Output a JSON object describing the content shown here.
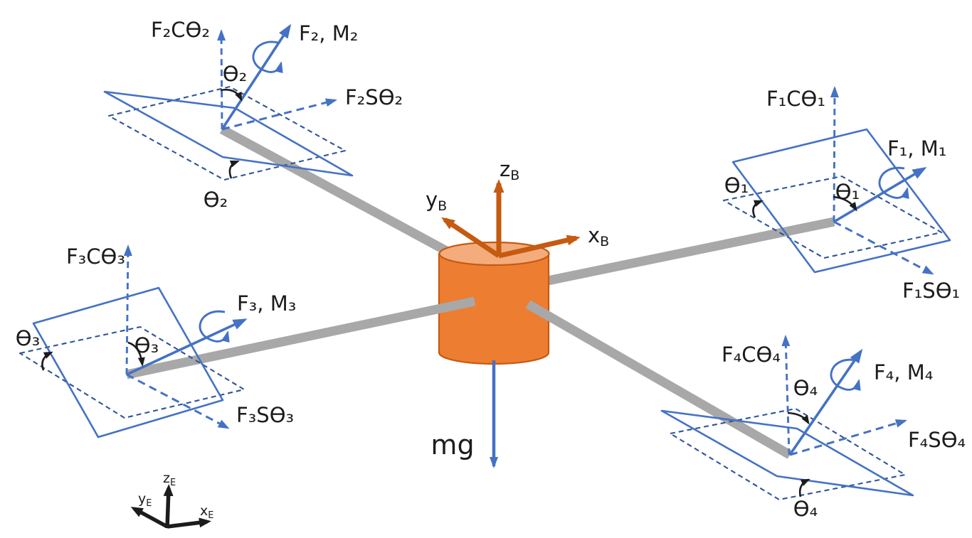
{
  "colors": {
    "rotor_blue": "#4472C4",
    "reference_dash_blue": "#2F5597",
    "arm_gray": "#A8A8A8",
    "body_orange": "#ED7D31",
    "body_orange_dark": "#C55A11",
    "body_top_orange": "#F4AC7C",
    "text_black": "#1C1C1C"
  },
  "body_frame": {
    "z": {
      "main": "z",
      "sub": "B"
    },
    "y": {
      "main": "y",
      "sub": "B"
    },
    "x": {
      "main": "x",
      "sub": "B"
    }
  },
  "earth_frame": {
    "z": {
      "main": "z",
      "sub": "E"
    },
    "y": {
      "main": "y",
      "sub": "E"
    },
    "x": {
      "main": "x",
      "sub": "E"
    }
  },
  "gravity_label": "mg",
  "rotors": {
    "r1": {
      "thrust_vertical_component": "F₁CƟ₁",
      "force_and_moment": "F₁, M₁",
      "thrust_lateral_component": "F₁SƟ₁",
      "tilt_angle": "Ɵ₁"
    },
    "r2": {
      "thrust_vertical_component": "F₂CƟ₂",
      "force_and_moment": "F₂, M₂",
      "thrust_lateral_component": "F₂SƟ₂",
      "tilt_angle": "Ɵ₂"
    },
    "r3": {
      "thrust_vertical_component": "F₃CƟ₃",
      "force_and_moment": "F₃, M₃",
      "thrust_lateral_component": "F₃SƟ₃",
      "tilt_angle": "Ɵ₃"
    },
    "r4": {
      "thrust_vertical_component": "F₄CƟ₄",
      "force_and_moment": "F₄, M₄",
      "thrust_lateral_component": "F₄SƟ₄",
      "tilt_angle": "Ɵ₄"
    }
  }
}
